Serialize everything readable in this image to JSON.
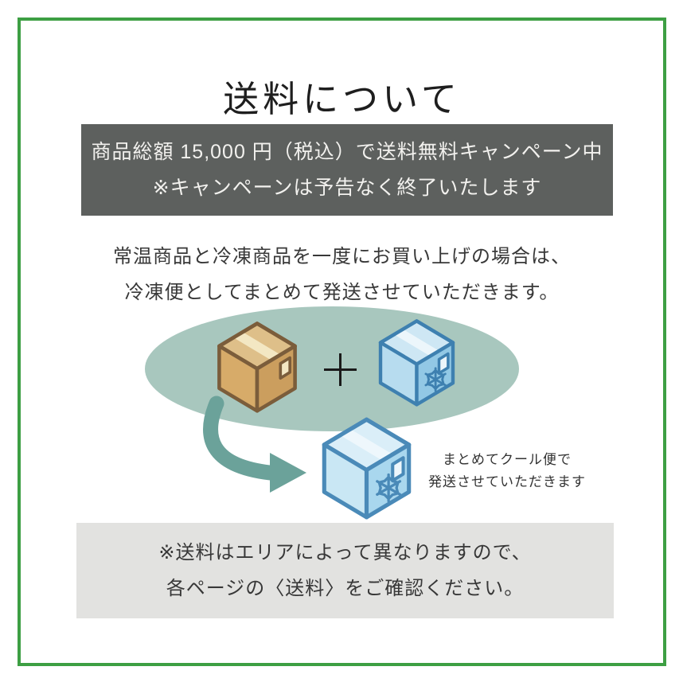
{
  "title": "送料について",
  "campaign_banner": {
    "line1": "商品総額 15,000 円（税込）で送料無料キャンペーン中",
    "line2": "※キャンペーンは予告なく終了いたします"
  },
  "intro": {
    "line1": "常温商品と冷凍商品を一度にお買い上げの場合は、",
    "line2": "冷凍便としてまとめて発送させていただきます。"
  },
  "illustration": {
    "caption_line1": "まとめてクール便で",
    "caption_line2": "発送させていただきます",
    "icons": {
      "normal_box": "cardboard-box-icon",
      "frozen_box": "frozen-box-icon",
      "combined_box": "combined-cool-box-icon",
      "plus": "plus-icon",
      "arrow": "curved-arrow-icon",
      "snowflake": "snowflake-icon"
    }
  },
  "footer_note": {
    "line1": "※送料はエリアによって異なりますので、",
    "line2": "各ページの〈送料〉をご確認ください。"
  },
  "colors": {
    "border-green": "#3d9f43",
    "banner-bg": "#5d605e",
    "banner-text": "#f2f1ee",
    "title-color": "#1e1e1e",
    "text-dark": "#383838",
    "ellipse-green": "#a8c7be",
    "arrow-teal": "#6ba29a",
    "footer-bg": "#e2e2e0",
    "plus-black": "#1a1a1a",
    "box-brown-top": "#debf89",
    "box-brown-left": "#d7ab69",
    "box-brown-right": "#cb9e5e",
    "box-brown-line": "#7b5d3b",
    "box-brown-tape": "#f3e7c3",
    "box-blue-top": "#cee7f4",
    "box-blue-left": "#b7dcef",
    "box-blue-right": "#92c8e5",
    "box-blue-line": "#3e80b0",
    "box-blue-tape": "#ecf6fb",
    "box-light-top": "#daeef8",
    "box-light-left": "#c9e7f4",
    "box-light-right": "#a9d7ee",
    "box-light-line": "#4a8ab8",
    "box-light-tape": "#eef7fc"
  }
}
